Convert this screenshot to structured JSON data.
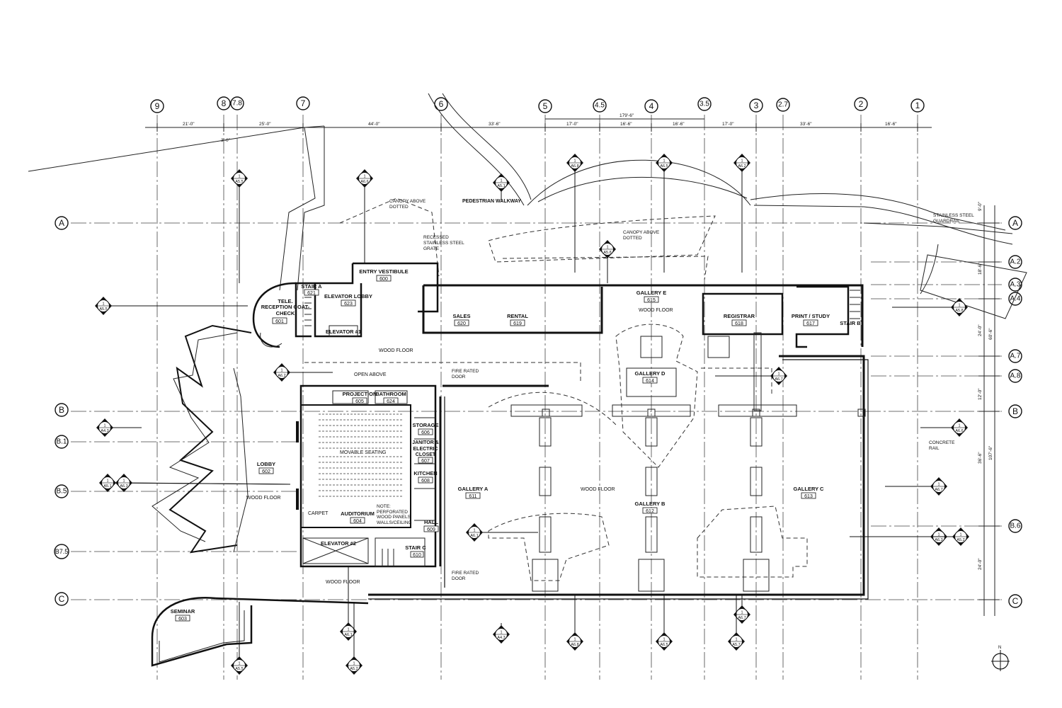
{
  "grid_columns": [
    {
      "id": "col-9",
      "label": "9"
    },
    {
      "id": "col-8",
      "label": "8"
    },
    {
      "id": "col-7-8",
      "label": "7.8"
    },
    {
      "id": "col-7",
      "label": "7"
    },
    {
      "id": "col-6",
      "label": "6"
    },
    {
      "id": "col-5",
      "label": "5"
    },
    {
      "id": "col-4-5",
      "label": "4.5"
    },
    {
      "id": "col-4",
      "label": "4"
    },
    {
      "id": "col-3-5",
      "label": "3.5"
    },
    {
      "id": "col-3",
      "label": "3"
    },
    {
      "id": "col-2-7",
      "label": "2.7"
    },
    {
      "id": "col-2",
      "label": "2"
    },
    {
      "id": "col-1",
      "label": "1"
    }
  ],
  "grid_rows": [
    {
      "id": "row-a",
      "label": "A"
    },
    {
      "id": "row-a-2",
      "label": "A.2"
    },
    {
      "id": "row-a-3",
      "label": "A.3"
    },
    {
      "id": "row-a-4",
      "label": "A.4"
    },
    {
      "id": "row-a-7",
      "label": "A.7"
    },
    {
      "id": "row-a-8",
      "label": "A.8"
    },
    {
      "id": "row-b",
      "label": "B"
    },
    {
      "id": "row-b-1",
      "label": "B.1"
    },
    {
      "id": "row-b-5",
      "label": "B.5"
    },
    {
      "id": "row-b-6",
      "label": "B.6"
    },
    {
      "id": "row-b-7-5",
      "label": "B7.5"
    },
    {
      "id": "row-c",
      "label": "C"
    }
  ],
  "rooms": [
    {
      "name": "ENTRY VESTIBULE",
      "number": "600"
    },
    {
      "name": "STAIR A",
      "number": "621"
    },
    {
      "name": "ELEVATOR LOBBY",
      "number": "623"
    },
    {
      "name": "RECEPTION COAT-CHECK",
      "tele": "TELE.",
      "number": "601"
    },
    {
      "name": "ELEVATOR #1"
    },
    {
      "name": "SALES",
      "number": "620"
    },
    {
      "name": "RENTAL",
      "number": "619"
    },
    {
      "name": "GALLERY E",
      "number": "615"
    },
    {
      "name": "REGISTRAR",
      "number": "618"
    },
    {
      "name": "PRINT / STUDY",
      "number": "617"
    },
    {
      "name": "STAIR B"
    },
    {
      "name": "PROJECTION",
      "number": "605"
    },
    {
      "name": "BATHROOM",
      "number": "624"
    },
    {
      "name": "GALLERY D",
      "number": "614"
    },
    {
      "name": "STORAGE",
      "number": "606"
    },
    {
      "name": "JANITOR & ELECTRIC CLOSET",
      "number": "607"
    },
    {
      "name": "KITCHEN",
      "number": "608"
    },
    {
      "name": "HALL",
      "number": "609"
    },
    {
      "name": "LOBBY",
      "number": "602"
    },
    {
      "name": "AUDITORIUM",
      "number": "604"
    },
    {
      "name": "GALLERY A",
      "number": "611"
    },
    {
      "name": "GALLERY B",
      "number": "612"
    },
    {
      "name": "GALLERY C",
      "number": "613"
    },
    {
      "name": "ELEVATOR #2"
    },
    {
      "name": "STAIR C",
      "number": "610"
    },
    {
      "name": "SEMINAR",
      "number": "603"
    }
  ],
  "notes": {
    "pedestrian_walkway": "PEDESTRIAN WALKWAY",
    "canopy_above_dotted_1": "CANOPY ABOVE DOTTED",
    "canopy_above_dotted_2": "CANOPY ABOVE DOTTED",
    "recessed_grate": "RECESSED STAINLESS STEEL GRATE",
    "stainless_guardrail": "STAINLESS STEEL GUARDRAIL",
    "wood_floor_1": "WOOD FLOOR",
    "wood_floor_2": "WOOD FLOOR",
    "wood_floor_3": "WOOD FLOOR",
    "wood_floor_4": "WOOD FLOOR",
    "wood_floor_5": "WOOD FLOOR",
    "open_above": "OPEN ABOVE",
    "fire_rated_door_1": "FIRE RATED DOOR",
    "fire_rated_door_2": "FIRE RATED DOOR",
    "movable_seating": "MOVABLE SEATING",
    "carpet": "CARPET",
    "perforated_note": "NOTE: PERFORATED WOOD PANELS WALLS/CEILING",
    "concrete_rail": "CONCRETE RAIL"
  },
  "dimensions_top": [
    "21'-0\"",
    "25'-0\"",
    "44'-0\"",
    "33'-6\"",
    "17'-0\"",
    "16'-6\"",
    "16'-6\"",
    "17'-0\"",
    "33'-6\"",
    "16'-6\"",
    "179'-6\"",
    "3'-0\""
  ],
  "dimensions_right": [
    "9'-0\"",
    "18'-6\"",
    "24'-0\"",
    "60'-6\"",
    "12'-0\"",
    "36'-6\"",
    "107'-6\"",
    "24'-0\""
  ],
  "section_marks": [
    "A5.5",
    "A4.3",
    "A6.1",
    "A6.6",
    "A5.7",
    "A6.8",
    "A6.5",
    "A5.1",
    "A6.3",
    "A5.2",
    "A6.7",
    "A6.2",
    "A5.8"
  ],
  "north_label": "N"
}
